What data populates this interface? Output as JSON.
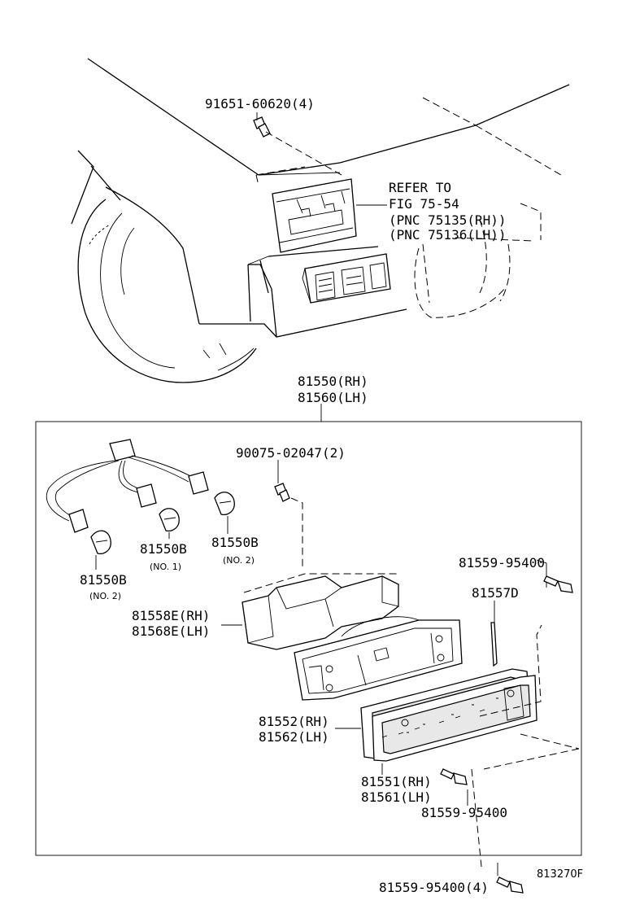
{
  "labels": {
    "bolt_top": "91651-60620(4)",
    "refer_1": "REFER TO",
    "refer_2": "FIG 75-54",
    "refer_3": "(PNC 75135(RH))",
    "refer_4": "(PNC 75136(LH))",
    "assy_rh": "81550(RH)",
    "assy_lh": "81560(LH)",
    "screw_2": "90075-02047(2)",
    "bulb_a": "81550B",
    "bulb_a_no": "(NO. 1)",
    "bulb_b": "81550B",
    "bulb_b_no": "(NO. 2)",
    "bulb_c": "81550B",
    "bulb_c_no": "(NO. 2)",
    "screw_right": "81559-95400",
    "gasket": "81557D",
    "housing_rh": "81558E(RH)",
    "housing_lh": "81568E(LH)",
    "lens_rh": "81552(RH)",
    "lens_lh": "81562(LH)",
    "cover_rh": "81551(RH)",
    "cover_lh": "81561(LH)",
    "screw_mid": "81559-95400",
    "screw_bottom": "81559-95400(4)",
    "figure_code": "813270F"
  }
}
